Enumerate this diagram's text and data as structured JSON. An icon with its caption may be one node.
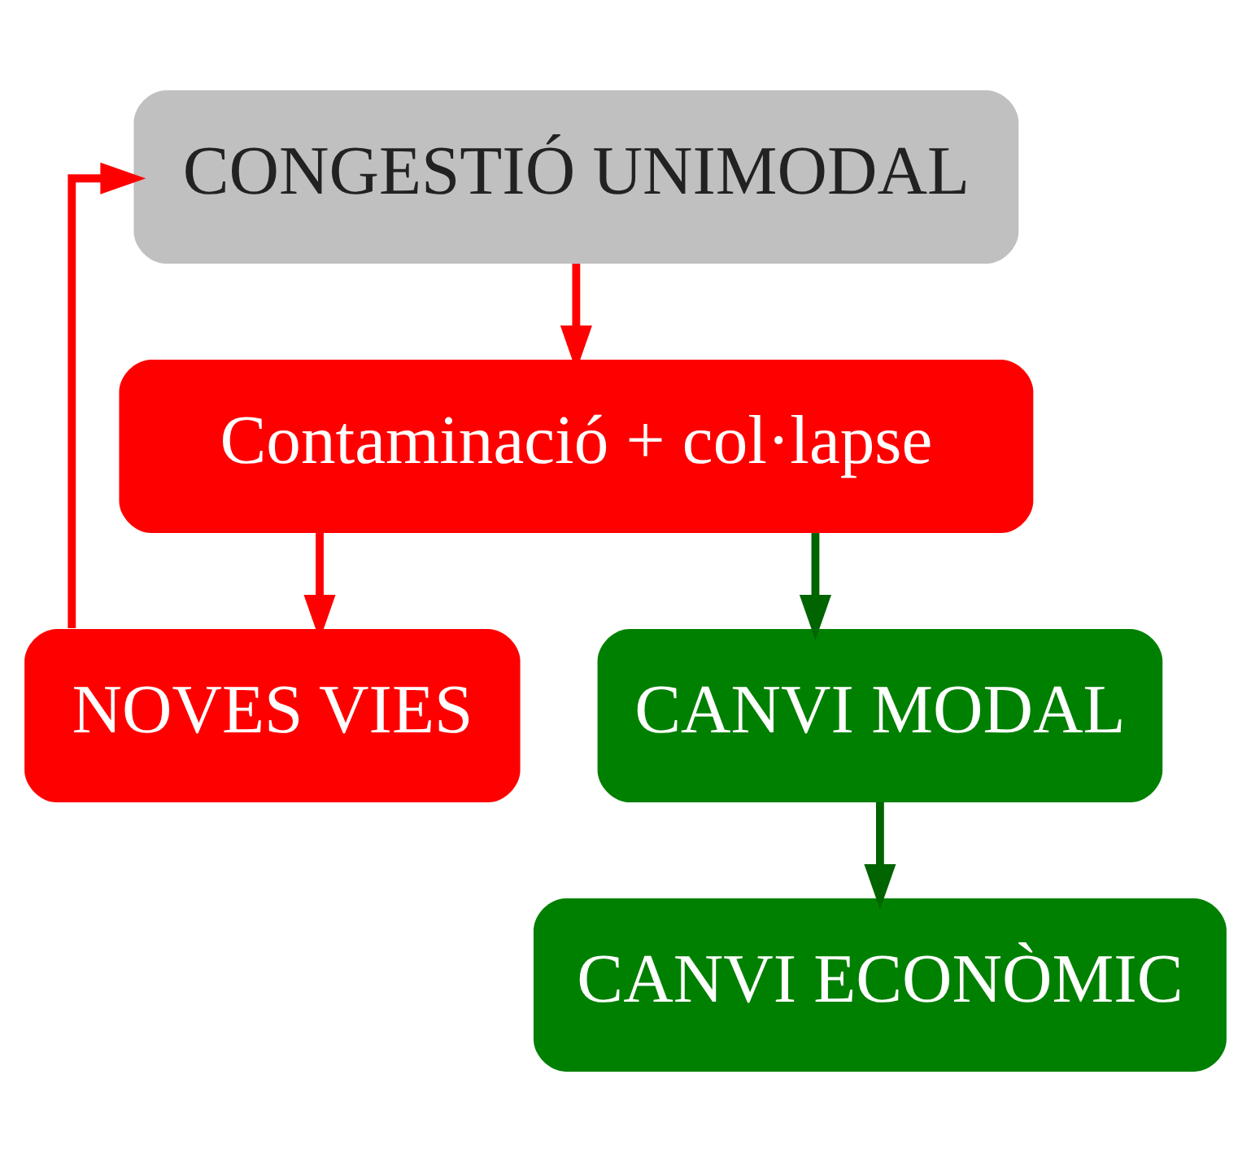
{
  "diagram": {
    "nodes": [
      {
        "text": [
          "CONGESTIÓ UNIMODAL"
        ]
      },
      {
        "text": [
          "Contaminació + col·lapse"
        ]
      },
      {
        "text": [
          "NOVES VIES"
        ]
      },
      {
        "text": [
          "CANVI MODAL"
        ]
      },
      {
        "text": [
          "CANVI ECONÒMIC"
        ]
      }
    ],
    "edges": [
      {
        "from": 0,
        "to": 1,
        "arrow": "to"
      },
      {
        "from": 1,
        "to": 2,
        "arrow": "to"
      },
      {
        "from": 1,
        "to": 3,
        "arrow": "to",
        "color": "#006400"
      },
      {
        "from": 3,
        "to": 4,
        "arrow": "to",
        "color": "#006400"
      },
      {
        "from": 2,
        "to": 0,
        "arrow": "to"
      }
    ]
  }
}
